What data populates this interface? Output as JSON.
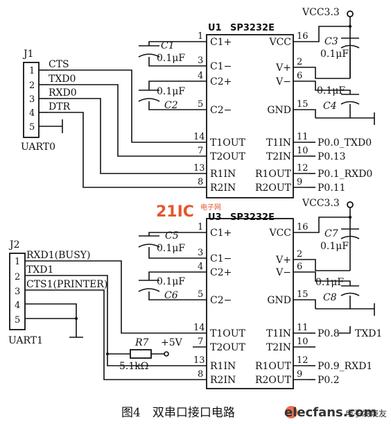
{
  "top": {
    "ic_ref": "U1",
    "ic_part": "SP3232E",
    "vcc_label": "VCC3.3",
    "connector_ref": "J1",
    "connector_name": "UART0",
    "connector_pins": [
      "1",
      "2",
      "3",
      "4",
      "5"
    ],
    "signals": [
      "CTS",
      "TXD0",
      "RXD0",
      "DTR"
    ],
    "cap1_ref": "C1",
    "cap1_val": "0.1μF",
    "cap2_ref": "C2",
    "cap2_val": "0.1μF",
    "cap3_ref": "C3",
    "cap3_val": "0.1μF",
    "cap4_ref": "C4",
    "cap4_val": "0.1μF",
    "left_pins": [
      {
        "num": "1",
        "name": "C1+"
      },
      {
        "num": "3",
        "name": "C1−"
      },
      {
        "num": "4",
        "name": "C2+"
      },
      {
        "num": "5",
        "name": "C2−"
      },
      {
        "num": "14",
        "name": "T1OUT"
      },
      {
        "num": "7",
        "name": "T2OUT"
      },
      {
        "num": "13",
        "name": "R1IN"
      },
      {
        "num": "8",
        "name": "R2IN"
      }
    ],
    "right_pins": [
      {
        "num": "16",
        "name": "VCC"
      },
      {
        "num": "2",
        "name": "V+"
      },
      {
        "num": "6",
        "name": "V−"
      },
      {
        "num": "15",
        "name": "GND"
      },
      {
        "num": "11",
        "name": "T1IN"
      },
      {
        "num": "10",
        "name": "T2IN"
      },
      {
        "num": "12",
        "name": "R1OUT"
      },
      {
        "num": "9",
        "name": "R2OUT"
      }
    ],
    "port_labels": [
      "P0.0_TXD0",
      "P0.13",
      "P0.1_RXD0",
      "P0.11"
    ]
  },
  "bottom": {
    "ic_ref": "U3",
    "ic_part": "SP3232E",
    "vcc_label": "VCC3.3",
    "connector_ref": "J2",
    "connector_name": "UART1",
    "connector_pins": [
      "1",
      "2",
      "3",
      "4",
      "5"
    ],
    "signals": [
      "RXD1(BUSY)",
      "TXD1",
      "CTS1(PRINTER)"
    ],
    "cap5_ref": "C5",
    "cap5_val": "0.1μF",
    "cap6_ref": "C6",
    "cap6_val": "0.1μF",
    "cap7_ref": "C7",
    "cap7_val": "0.1μF",
    "cap8_ref": "C8",
    "cap8_val": "0.1μF",
    "resistor_ref": "R7",
    "resistor_val": "5.1kΩ",
    "supply_label": "+5V",
    "left_pins": [
      {
        "num": "1",
        "name": "C1+"
      },
      {
        "num": "3",
        "name": "C1−"
      },
      {
        "num": "4",
        "name": "C2+"
      },
      {
        "num": "5",
        "name": "C2−"
      },
      {
        "num": "14",
        "name": "T1OUT"
      },
      {
        "num": "7",
        "name": "T2OUT"
      },
      {
        "num": "13",
        "name": "R1IN"
      },
      {
        "num": "8",
        "name": "R2IN"
      }
    ],
    "right_pins": [
      {
        "num": "16",
        "name": "VCC"
      },
      {
        "num": "2",
        "name": "V+"
      },
      {
        "num": "6",
        "name": "V−"
      },
      {
        "num": "15",
        "name": "GND"
      },
      {
        "num": "11",
        "name": "T1IN"
      },
      {
        "num": "10",
        "name": "T2IN"
      },
      {
        "num": "12",
        "name": "R1OUT"
      },
      {
        "num": "9",
        "name": "R2OUT"
      }
    ],
    "port_labels": [
      "P0.8",
      "TXD1",
      "P0.9_RXD1",
      "P0.2"
    ]
  },
  "caption": "图4　双串口接口电路",
  "watermarks": {
    "logo_main": "21IC",
    "logo_sub": "电子网",
    "site": "elecfans.com",
    "site_cn": "电子发烧友"
  },
  "colors": {
    "line": "#111111",
    "watermark": "#e4572e"
  }
}
